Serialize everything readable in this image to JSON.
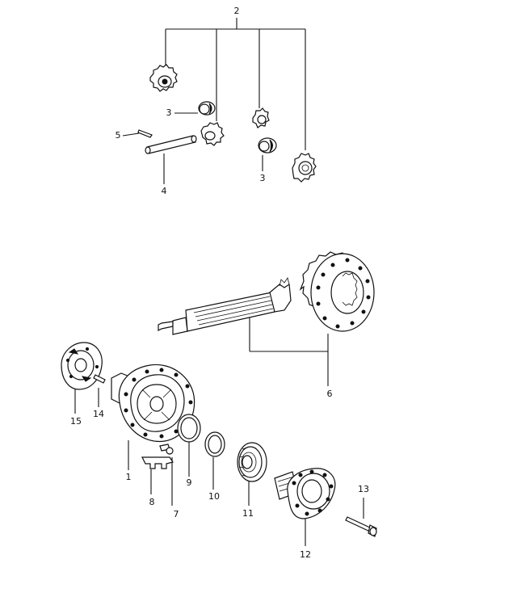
{
  "callouts": [
    {
      "id": "c2",
      "text": "2"
    },
    {
      "id": "c3a",
      "text": "3"
    },
    {
      "id": "c3b",
      "text": "3"
    },
    {
      "id": "c4",
      "text": "4"
    },
    {
      "id": "c5",
      "text": "5"
    },
    {
      "id": "c6",
      "text": "6"
    },
    {
      "id": "c1",
      "text": "1"
    },
    {
      "id": "c7",
      "text": "7"
    },
    {
      "id": "c8",
      "text": "8"
    },
    {
      "id": "c9",
      "text": "9"
    },
    {
      "id": "c10",
      "text": "10"
    },
    {
      "id": "c11",
      "text": "11"
    },
    {
      "id": "c12",
      "text": "12"
    },
    {
      "id": "c13",
      "text": "13"
    },
    {
      "id": "c14",
      "text": "14"
    },
    {
      "id": "c15",
      "text": "15"
    }
  ]
}
